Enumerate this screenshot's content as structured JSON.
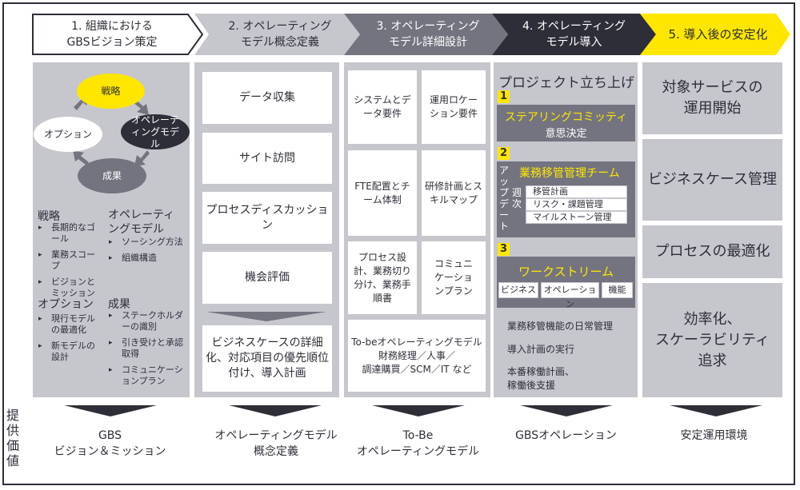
{
  "steps": [
    "1. 組織における\nGBSビジョン策定",
    "2. オペレーティング\nモデル概念定義",
    "3. オペレーティング\nモデル詳細設計",
    "4. オペレーティング\nモデル導入",
    "5. 導入後の安定化"
  ],
  "colors": {
    "yellow": "#ffe600",
    "dark": "#2e2e38",
    "gray": "#c6c6cd",
    "mid": "#747480"
  },
  "col1": {
    "cycle": {
      "top": "戦略",
      "right": "オペレーティングモデル",
      "bottom": "成果",
      "left": "オプション"
    },
    "groups": [
      {
        "title": "戦略",
        "items": [
          "長期的なゴール",
          "業務スコープ",
          "ビジョンとミッション"
        ]
      },
      {
        "title": "オペレーティングモデル",
        "items": [
          "ソーシング方法",
          "組織構造"
        ]
      },
      {
        "title": "オプション",
        "items": [
          "現行モデルの最適化",
          "新モデルの設計"
        ]
      },
      {
        "title": "成果",
        "items": [
          "ステークホルダーの識別",
          "引き受けと承認取得",
          "コミュニケーションプラン"
        ]
      }
    ]
  },
  "col2": {
    "boxes": [
      "データ収集",
      "サイト訪問",
      "プロセスディスカッション",
      "機会評価"
    ],
    "result": "ビジネスケースの詳細化、対応項目の優先順位付け、導入計画"
  },
  "col3": {
    "boxes": [
      "システムとデータ要件",
      "運用ロケーション要件",
      "FTE配置とチーム体制",
      "研修計画とスキルマップ",
      "プロセス設計、業務切り分け、業務手順書",
      "コミュニケーションプラン"
    ],
    "bottom": "To-beオペレーティングモデル\n財務経理／人事／\n調達購買／SCM／IT など"
  },
  "col4": {
    "title": "プロジェクト立ち上げ",
    "b1": {
      "num": "1",
      "title": "ステアリングコミッティ",
      "sub": "意思決定"
    },
    "b2": {
      "num": "2",
      "title": "業務移管管理チーム",
      "side": "アップデート",
      "freq": "週次",
      "items": [
        "移管計画",
        "リスク・課題管理",
        "マイルストーン管理"
      ]
    },
    "b3": {
      "num": "3",
      "title": "ワークストリーム",
      "items": [
        "ビジネス",
        "オペレーション",
        "機能"
      ]
    },
    "notes": [
      "業務移管機能の日常管理",
      "導入計画の実行",
      "本番稼働計画、\n稼働後支援"
    ]
  },
  "col5": {
    "boxes": [
      "対象サービスの\n運用開始",
      "ビジネスケース管理",
      "プロセスの最適化",
      "効率化、\nスケーラビリティ\n追求"
    ]
  },
  "value_label": "提供価値",
  "outputs": [
    "GBS\nビジョン＆ミッション",
    "オペレーティングモデル\n概念定義",
    "To-Be\nオペレーティングモデル",
    "GBSオペレーション",
    "安定運用環境"
  ]
}
